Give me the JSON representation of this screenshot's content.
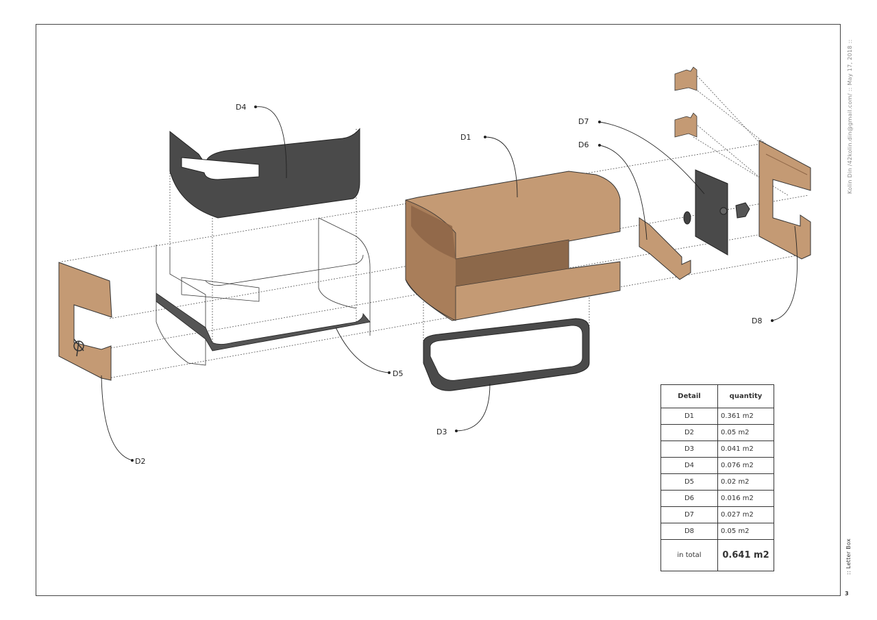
{
  "author_line": "Kolin Din /42kolin.din@gmail.com/  ::  May 17, 2018  ::",
  "doc_title": ":: Letter Box",
  "page_number": "3",
  "callouts": {
    "D1": "D1",
    "D2": "D2",
    "D3": "D3",
    "D4": "D4",
    "D5": "D5",
    "D6": "D6",
    "D7": "D7",
    "D8": "D8"
  },
  "table": {
    "headers": [
      "Detail",
      "quantity"
    ],
    "rows": [
      {
        "detail": "D1",
        "quantity": "0.361 m2"
      },
      {
        "detail": "D2",
        "quantity": "0.05 m2"
      },
      {
        "detail": "D3",
        "quantity": "0.041 m2"
      },
      {
        "detail": "D4",
        "quantity": "0.076 m2"
      },
      {
        "detail": "D5",
        "quantity": "0.02 m2"
      },
      {
        "detail": "D6",
        "quantity": "0.016 m2"
      },
      {
        "detail": "D7",
        "quantity": "0.027 m2"
      },
      {
        "detail": "D8",
        "quantity": "0.05 m2"
      }
    ],
    "total_label": "in total",
    "total_value": "0.641 m2"
  },
  "colors": {
    "copper": "#c49a74",
    "copper_dark": "#9c7352",
    "dark_steel": "#4a4a4a",
    "line": "#222222"
  }
}
